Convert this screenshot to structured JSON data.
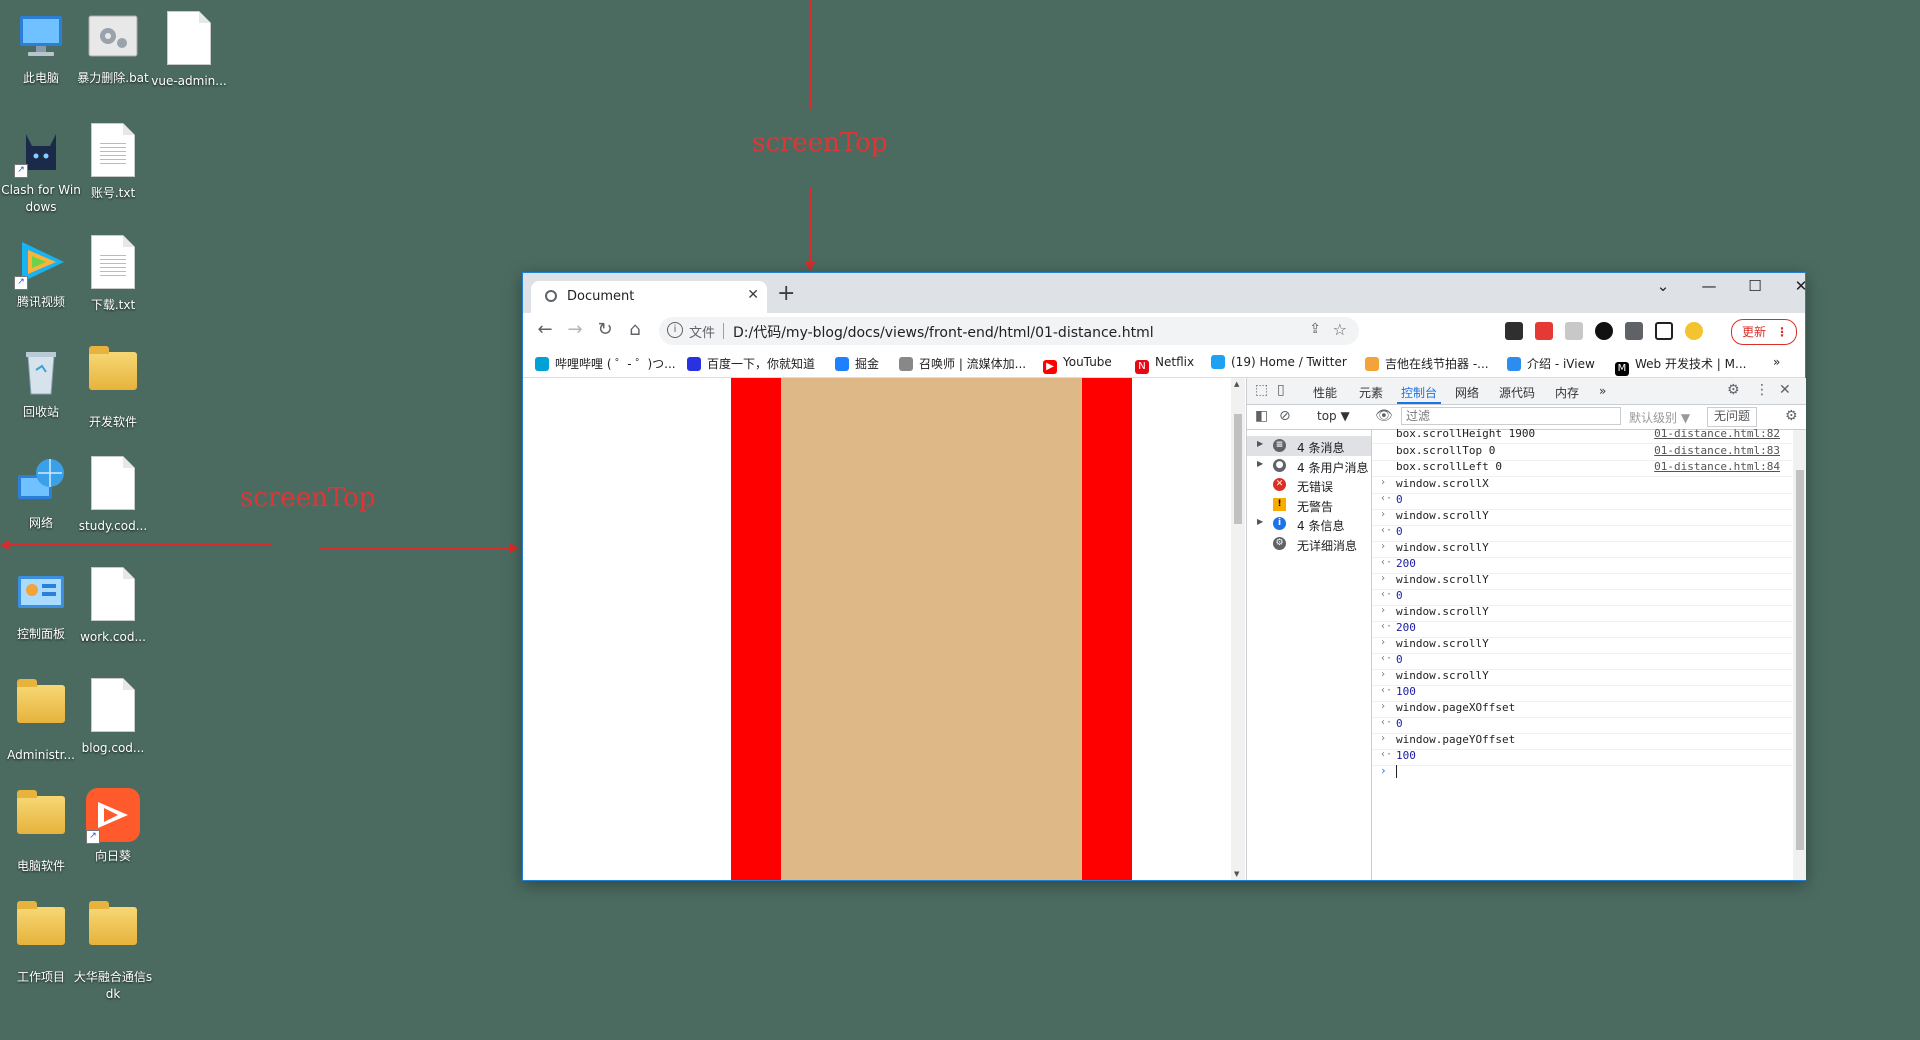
{
  "desktop": {
    "icons": [
      {
        "label": "此电脑"
      },
      {
        "label": "暴力删除.bat"
      },
      {
        "label": "vue-admin..."
      },
      {
        "label": "Clash for Windows"
      },
      {
        "label": "账号.txt"
      },
      {
        "label": "腾讯视频"
      },
      {
        "label": "下载.txt"
      },
      {
        "label": "回收站"
      },
      {
        "label": "开发软件"
      },
      {
        "label": "网络"
      },
      {
        "label": "study.cod..."
      },
      {
        "label": "控制面板"
      },
      {
        "label": "work.cod..."
      },
      {
        "label": "Administr..."
      },
      {
        "label": "blog.cod..."
      },
      {
        "label": "电脑软件"
      },
      {
        "label": "向日葵"
      },
      {
        "label": "工作项目"
      },
      {
        "label": "大华融合通信sdk"
      }
    ],
    "annotations": {
      "top_label": "screenTop",
      "left_label": "screenTop"
    }
  },
  "browser": {
    "tab_title": "Document",
    "tab_close": "✕",
    "new_tab": "+",
    "window_controls": {
      "chevron": "⌄",
      "minimize": "—",
      "maximize": "☐",
      "close": "✕"
    },
    "nav": {
      "back": "←",
      "forward": "→",
      "reload": "↻",
      "home": "⌂"
    },
    "address": {
      "scheme": "文件",
      "url": "D:/代码/my-blog/docs/views/front-end/html/01-distance.html",
      "info": "i",
      "share": "⇪",
      "star": "☆"
    },
    "update_button": "更新",
    "update_dots": "⋮",
    "bookmarks": [
      {
        "label": "哔哩哔哩 ( ゜- ゜)つ...",
        "icon_color": "#00a1d6"
      },
      {
        "label": "百度一下，你就知道",
        "icon_color": "#2932e1"
      },
      {
        "label": "掘金",
        "icon_color": "#1e80ff"
      },
      {
        "label": "召唤师 | 流媒体加...",
        "icon_color": "#888888"
      },
      {
        "label": "YouTube",
        "icon_color": "#ff0000"
      },
      {
        "label": "Netflix",
        "icon_color": "#e50914"
      },
      {
        "label": "(19) Home / Twitter",
        "icon_color": "#1da1f2"
      },
      {
        "label": "吉他在线节拍器 -...",
        "icon_color": "#f2a33a"
      },
      {
        "label": "介绍 - iView",
        "icon_color": "#2d8cf0"
      },
      {
        "label": "Web 开发技术 | M...",
        "icon_color": "#000000"
      }
    ],
    "bookmarks_more": "»",
    "page": {
      "colors": {
        "border": "#ff0000",
        "content": "#deb887",
        "background": "#ffffff"
      }
    }
  },
  "devtools": {
    "tabs": [
      "性能",
      "元素",
      "控制台",
      "网络",
      "源代码",
      "内存"
    ],
    "active_tab": "控制台",
    "more": "»",
    "filter": {
      "context": "top ▼",
      "placeholder": "过滤",
      "levels": "默认级别 ▼",
      "issues": "无问题"
    },
    "sidebar": [
      {
        "count_label": "4 条消息",
        "icon": "list-icon",
        "color": "#5f6368",
        "expandable": true,
        "selected": true
      },
      {
        "count_label": "4 条用户消息",
        "icon": "user-icon",
        "color": "#5f6368",
        "expandable": true,
        "selected": false
      },
      {
        "count_label": "无错误",
        "icon": "error-icon",
        "color": "#d93025",
        "expandable": false,
        "selected": false
      },
      {
        "count_label": "无警告",
        "icon": "warning-icon",
        "color": "#f9ab00",
        "expandable": false,
        "selected": false
      },
      {
        "count_label": "4 条信息",
        "icon": "info-icon",
        "color": "#1a73e8",
        "expandable": true,
        "selected": false
      },
      {
        "count_label": "无详细消息",
        "icon": "verbose-icon",
        "color": "#5f6368",
        "expandable": false,
        "selected": false
      }
    ],
    "console_rows": [
      {
        "kind": "log",
        "text": "box.scrollHeight 1900",
        "source": "01-distance.html:82"
      },
      {
        "kind": "log",
        "text": "box.scrollTop 0",
        "source": "01-distance.html:83"
      },
      {
        "kind": "log",
        "text": "box.scrollLeft 0",
        "source": "01-distance.html:84"
      },
      {
        "kind": "input",
        "text": "window.scrollX",
        "source": ""
      },
      {
        "kind": "result",
        "text": "0",
        "source": ""
      },
      {
        "kind": "input",
        "text": "window.scrollY",
        "source": ""
      },
      {
        "kind": "result",
        "text": "0",
        "source": ""
      },
      {
        "kind": "input",
        "text": "window.scrollY",
        "source": ""
      },
      {
        "kind": "result",
        "text": "200",
        "source": ""
      },
      {
        "kind": "input",
        "text": "window.scrollY",
        "source": ""
      },
      {
        "kind": "result",
        "text": "0",
        "source": ""
      },
      {
        "kind": "input",
        "text": "window.scrollY",
        "source": ""
      },
      {
        "kind": "result",
        "text": "200",
        "source": ""
      },
      {
        "kind": "input",
        "text": "window.scrollY",
        "source": ""
      },
      {
        "kind": "result",
        "text": "0",
        "source": ""
      },
      {
        "kind": "input",
        "text": "window.scrollY",
        "source": ""
      },
      {
        "kind": "result",
        "text": "100",
        "source": ""
      },
      {
        "kind": "input",
        "text": "window.pageXOffset",
        "source": ""
      },
      {
        "kind": "result",
        "text": "0",
        "source": ""
      },
      {
        "kind": "input",
        "text": "window.pageYOffset",
        "source": ""
      },
      {
        "kind": "result",
        "text": "100",
        "source": ""
      }
    ],
    "prompt": "›"
  }
}
